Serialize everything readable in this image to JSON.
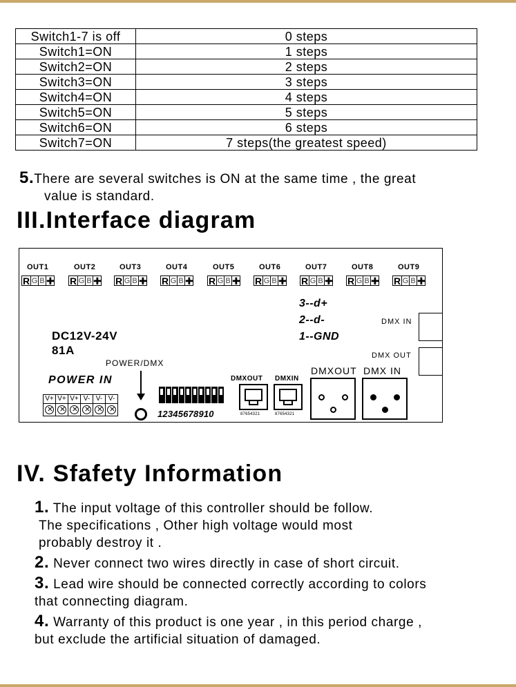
{
  "speed_table": {
    "rows": [
      {
        "switch": "Switch1-7 is off",
        "steps": "0 steps"
      },
      {
        "switch": "Switch1=ON",
        "steps": "1 steps"
      },
      {
        "switch": "Switch2=ON",
        "steps": "2 steps"
      },
      {
        "switch": "Switch3=ON",
        "steps": "3 steps"
      },
      {
        "switch": "Switch4=ON",
        "steps": "4 steps"
      },
      {
        "switch": "Switch5=ON",
        "steps": "5 steps"
      },
      {
        "switch": "Switch6=ON",
        "steps": "6 steps"
      },
      {
        "switch": "Switch7=ON",
        "steps": "7 steps(the greatest speed)"
      }
    ]
  },
  "note5": {
    "num": "5.",
    "line1": "There are several switches is ON at the same time , the great",
    "line2": "value is standard."
  },
  "section3_title": "III.Interface diagram",
  "diagram": {
    "outputs": [
      "OUT1",
      "OUT2",
      "OUT3",
      "OUT4",
      "OUT5",
      "OUT6",
      "OUT7",
      "OUT8",
      "OUT9"
    ],
    "pins": [
      "R",
      "G",
      "B",
      "✚"
    ],
    "pinmap": [
      "3--d+",
      "2--d-",
      "1--GND"
    ],
    "dmx_in_side": "DMX IN",
    "dmx_out_side": "DMX OUT",
    "voltage": "DC12V-24V",
    "current": "81A",
    "power_dmx": "POWER/DMX",
    "power_in": "POWER IN",
    "terminals": [
      "V+",
      "V+",
      "V+",
      "V-",
      "V-",
      "V-"
    ],
    "dip_numbers": "12345678910",
    "rj_dmxout": "DMXOUT",
    "rj_dmxin": "DMXIN",
    "rj_pins": "87654321",
    "xlr_out": "DMXOUT",
    "xlr_in": "DMX IN"
  },
  "section4_title": "IV. Sfafety Information",
  "safety": {
    "i1": {
      "num": "1.",
      "l1": "The input voltage of this controller should be follow.",
      "l2": "The specifications , Other high voltage would most",
      "l3": "probably destroy it ."
    },
    "i2": {
      "num": "2.",
      "l1": "Never connect two wires directly in case of short circuit."
    },
    "i3": {
      "num": "3.",
      "l1": "Lead wire should be connected correctly according to colors",
      "l2": "that connecting diagram."
    },
    "i4": {
      "num": "4.",
      "l1": "Warranty of this product is one year , in this period charge ,",
      "l2": "but exclude the artificial situation of damaged."
    }
  }
}
